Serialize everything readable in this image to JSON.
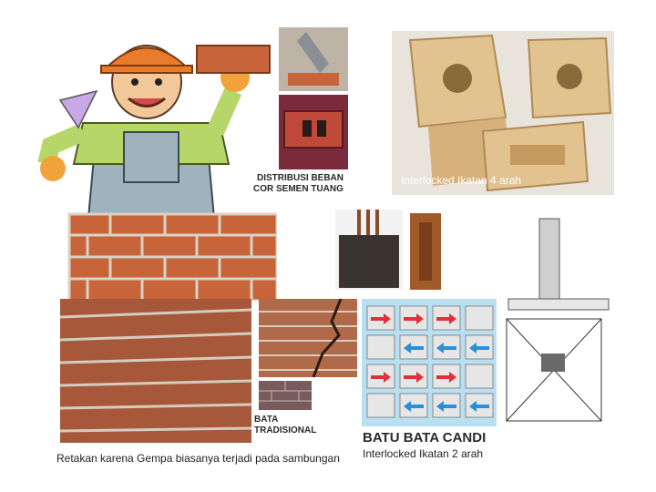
{
  "labels": {
    "distribusi_line1": "DISTRIBUSI BEBAN",
    "distribusi_line2": "COR SEMEN TUANG",
    "interlock4": "Interlocked Ikatan  4 arah",
    "bata_line1": "BATA",
    "bata_line2": "TRADISIONAL",
    "batu_candi": "BATU BATA CANDI",
    "interlock2": "Interlocked Ikatan  2 arah",
    "caption": "Retakan karena Gempa biasanya terjadi pada sambungan"
  },
  "colors": {
    "brick": "#c8643a",
    "brick_dark": "#9b4a2a",
    "mortar": "#d9d2c6",
    "block": "#e2c28e",
    "sky": "#b9dff2",
    "arrow_red": "#e0303a",
    "arrow_blue": "#2a8fd6"
  }
}
